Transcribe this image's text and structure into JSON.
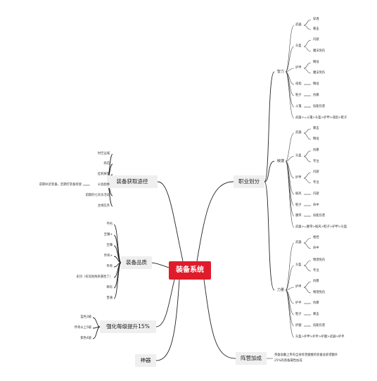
{
  "center": "装备系统",
  "colors": {
    "center_bg": "#e01c2b",
    "line": "#222222",
    "box_bg": "#efefef"
  },
  "branches": {
    "acquire": {
      "label": "装备获取途径",
      "items": [
        "时空远域",
        "商店",
        "挂机掉落",
        "前期补足装备，后期打装备衔接",
        "公会副本",
        "前期的七天乐活动",
        "主线任务"
      ],
      "subnote_index": 3,
      "subnote_link": "公会副本"
    },
    "quality": {
      "label": "装备品质",
      "items": [
        "不朽",
        "至臻+",
        "至臻",
        "传奇+",
        "传奇",
        "史诗（有其他两条属性了）",
        "稀有",
        "普通"
      ]
    },
    "upgrade": {
      "label": "强化每级提升15%",
      "items": [
        "蓝色3级",
        "传奇以上5级",
        "紫色4级"
      ]
    },
    "artifact": {
      "label": "神器"
    },
    "class": {
      "label": "职业划分",
      "groups": [
        {
          "name": "智力",
          "slots": [
            {
              "slot": "武器",
              "attrs": [
                "穿透",
                "暴击"
              ]
            },
            {
              "slot": "头盔",
              "attrs": [
                "闪避",
                "魔法免伤"
              ]
            },
            {
              "slot": "护甲",
              "attrs": [
                "精准",
                "魔法免伤"
              ]
            },
            {
              "slot": "戒指",
              "attrs": [
                "精准"
              ]
            },
            {
              "slot": "鞋子",
              "attrs": [
                "抗暴"
              ]
            },
            {
              "slot": "斗篷",
              "attrs": [
                "技能伤害"
              ]
            }
          ],
          "priority": "武器>=斗篷>头盔>护甲>戒指>鞋子"
        },
        {
          "name": "敏捷",
          "slots": [
            {
              "slot": "武器",
              "attrs": [
                "暴击",
                "精准"
              ]
            },
            {
              "slot": "头盔",
              "attrs": [
                "抗暴",
                "专注"
              ]
            },
            {
              "slot": "护甲",
              "attrs": [
                "闪避",
                "专注"
              ]
            },
            {
              "slot": "披风",
              "attrs": [
                "闪避"
              ]
            },
            {
              "slot": "鞋子",
              "attrs": [
                "命中"
              ]
            },
            {
              "slot": "腰带",
              "attrs": [
                "技能伤害"
              ]
            }
          ],
          "priority": "武器>=腰带>披风>鞋子>护甲>头盔"
        },
        {
          "name": "力量",
          "slots": [
            {
              "slot": "武器",
              "attrs": [
                "格挡",
                "命中"
              ]
            },
            {
              "slot": "头盔",
              "attrs": [
                "物理免伤",
                "专注"
              ]
            },
            {
              "slot": "护甲",
              "attrs": [
                "抗暴",
                "物理免伤"
              ]
            },
            {
              "slot": "护手",
              "attrs": [
                "抗暴"
              ]
            },
            {
              "slot": "鞋子",
              "attrs": [
                "暴击"
              ]
            },
            {
              "slot": "护腿",
              "attrs": [
                "技能伤害"
              ]
            }
          ],
          "priority": "头盔>护甲>护手>护腿>武器>护手"
        }
      ]
    },
    "camp": {
      "label": "阵营加成",
      "note_line1": "英雄穿戴上带有自身阵营徽璧的装备会获得额外",
      "note_line2": "25%的装备属性加成"
    }
  }
}
